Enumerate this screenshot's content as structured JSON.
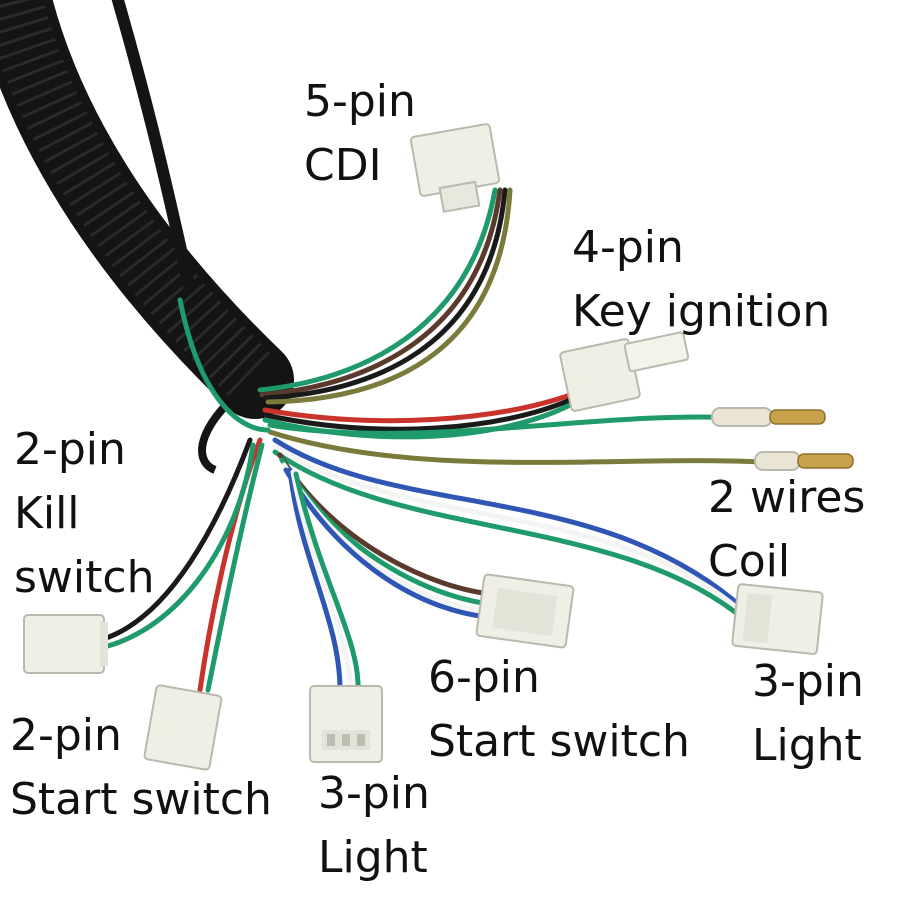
{
  "image": {
    "alt": "Motorcycle wiring harness with labeled connectors",
    "colors": {
      "background": "#ffffff",
      "sheath": "#141414",
      "connector": "#efefe6",
      "wire_green": "#1f9a6a",
      "wire_red": "#c9332b",
      "wire_blue": "#2f56b5",
      "wire_brown": "#5a3a2a",
      "wire_white": "#f4f4f4",
      "wire_black": "#1a1a1a",
      "wire_olive": "#7a7a3a",
      "terminal_brass": "#c8a24a",
      "label_text": "#111111"
    }
  },
  "labels": {
    "cdi": {
      "line1": "5-pin",
      "line2": "CDI"
    },
    "key_ignition": {
      "line1": "4-pin",
      "line2": "Key ignition"
    },
    "kill_switch": {
      "line1": "2-pin",
      "line2": "Kill",
      "line3": "switch"
    },
    "coil": {
      "line1": "2 wires",
      "line2": "Coil"
    },
    "start_switch_6pin": {
      "line1": "6-pin",
      "line2": "Start switch"
    },
    "light_3pin_right": {
      "line1": "3-pin",
      "line2": "Light"
    },
    "start_switch_2pin": {
      "line1": "2-pin",
      "line2": "Start switch"
    },
    "light_3pin_bottom": {
      "line1": "3-pin",
      "line2": "Light"
    }
  }
}
